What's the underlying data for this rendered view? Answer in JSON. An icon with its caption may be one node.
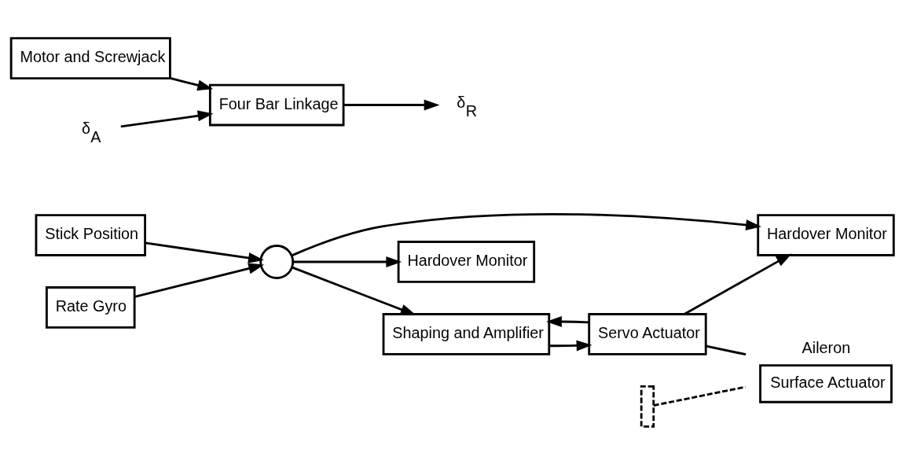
{
  "diagram": {
    "nodes": [
      {
        "text": [
          "Stick Position"
        ]
      },
      {
        "text": [
          "Rate Gyro"
        ]
      },
      {
        "text": [],
        "shape": "circle"
      },
      {
        "text": [
          "Shaping and Amplifier"
        ]
      },
      {
        "text": [
          "Servo Actuator"
        ]
      },
      {
        "text": [
          "Hardover Monitor"
        ]
      },
      {
        "text": [
          "Hardover Monitor"
        ]
      },
      {
        "text": [
          "Surface Actuator"
        ],
        "beside": [
          "Aileron"
        ]
      },
      {
        "text": [],
        "shape": "bar"
      },
      {
        "text": [
          "Motor and Screwjack"
        ]
      },
      {
        "text": [
          "Four Bar Linkage"
        ]
      },
      {
        "text": [
          "δ$_{A}$"
        ]
      },
      {
        "text": [
          "δ$_{R}$"
        ]
      }
    ],
    "edges": [
      {
        "from": 0,
        "to": 2,
        "arrow": "to"
      },
      {
        "from": 1,
        "to": 2,
        "arrow": "to"
      },
      {
        "from": 2,
        "to": 3,
        "arrow": "to"
      },
      {
        "from": 2,
        "to": 5,
        "arrow": "to"
      },
      {
        "from": 2,
        "to": 6,
        "arrow": "to"
      },
      {
        "from": 3,
        "to": 4,
        "arrow": "to"
      },
      {
        "from": 4,
        "to": 3,
        "arrow": "to"
      },
      {
        "from": 4,
        "to": 6,
        "arrow": "to"
      },
      {
        "from": 4,
        "to": 7,
        "arrow": "none"
      },
      {
        "from": 8,
        "to": 7,
        "arrow": "none",
        "style": "dashed"
      },
      {
        "from": 9,
        "to": 10,
        "arrow": "to"
      },
      {
        "from": 11,
        "to": 10,
        "arrow": "to"
      },
      {
        "from": 10,
        "to": 12,
        "arrow": "to"
      }
    ]
  }
}
